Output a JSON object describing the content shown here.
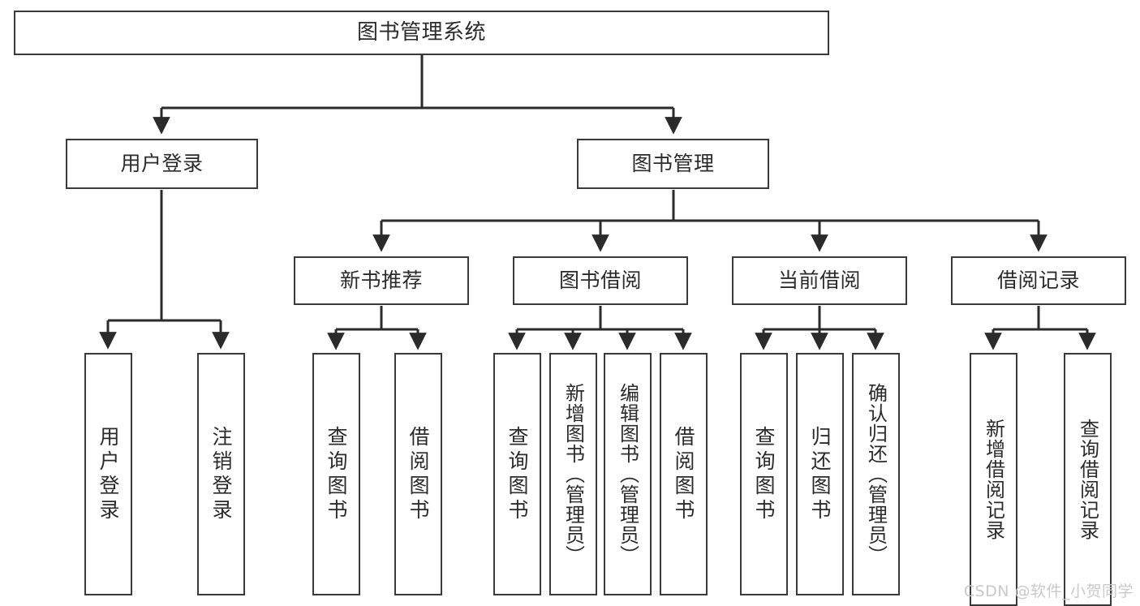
{
  "diagram": {
    "title": "图书管理系统",
    "type": "tree-hierarchy-chart",
    "root": {
      "id": "root",
      "label": "图书管理系统"
    },
    "level2": [
      {
        "id": "user-login",
        "label": "用户登录"
      },
      {
        "id": "book-manage",
        "label": "图书管理"
      }
    ],
    "level3": [
      {
        "id": "new-book-rec",
        "label": "新书推荐"
      },
      {
        "id": "book-borrow",
        "label": "图书借阅"
      },
      {
        "id": "current-borrow",
        "label": "当前借阅"
      },
      {
        "id": "borrow-record",
        "label": "借阅记录"
      }
    ],
    "leaves": [
      {
        "id": "leaf-user-login",
        "label": "用户登录",
        "parent": "user-login"
      },
      {
        "id": "leaf-user-logout",
        "label": "注销登录",
        "parent": "user-login"
      },
      {
        "id": "leaf-query-book-1",
        "label": "查询图书",
        "parent": "new-book-rec"
      },
      {
        "id": "leaf-borrow-book-1",
        "label": "借阅图书",
        "parent": "new-book-rec"
      },
      {
        "id": "leaf-query-book-2",
        "label": "查询图书",
        "parent": "book-borrow"
      },
      {
        "id": "leaf-add-book",
        "label": "新增图书（管理员）",
        "parent": "book-borrow"
      },
      {
        "id": "leaf-edit-book",
        "label": "编辑图书（管理员）",
        "parent": "book-borrow"
      },
      {
        "id": "leaf-borrow-book-2",
        "label": "借阅图书",
        "parent": "book-borrow"
      },
      {
        "id": "leaf-query-book-3",
        "label": "查询图书",
        "parent": "current-borrow"
      },
      {
        "id": "leaf-return-book",
        "label": "归还图书",
        "parent": "current-borrow"
      },
      {
        "id": "leaf-confirm-return",
        "label": "确认归还（管理员）",
        "parent": "current-borrow"
      },
      {
        "id": "leaf-add-record",
        "label": "新增借阅记录",
        "parent": "borrow-record"
      },
      {
        "id": "leaf-query-record",
        "label": "查询借阅记录",
        "parent": "borrow-record"
      }
    ],
    "colors": {
      "box_border": "#3a3a3a",
      "box_fill": "#ffffff",
      "connector": "#2b2b2b",
      "text": "#2b2b2b",
      "watermark": "#c9c9c9"
    }
  },
  "watermark": {
    "text": "CSDN @软件_小贺同学"
  }
}
